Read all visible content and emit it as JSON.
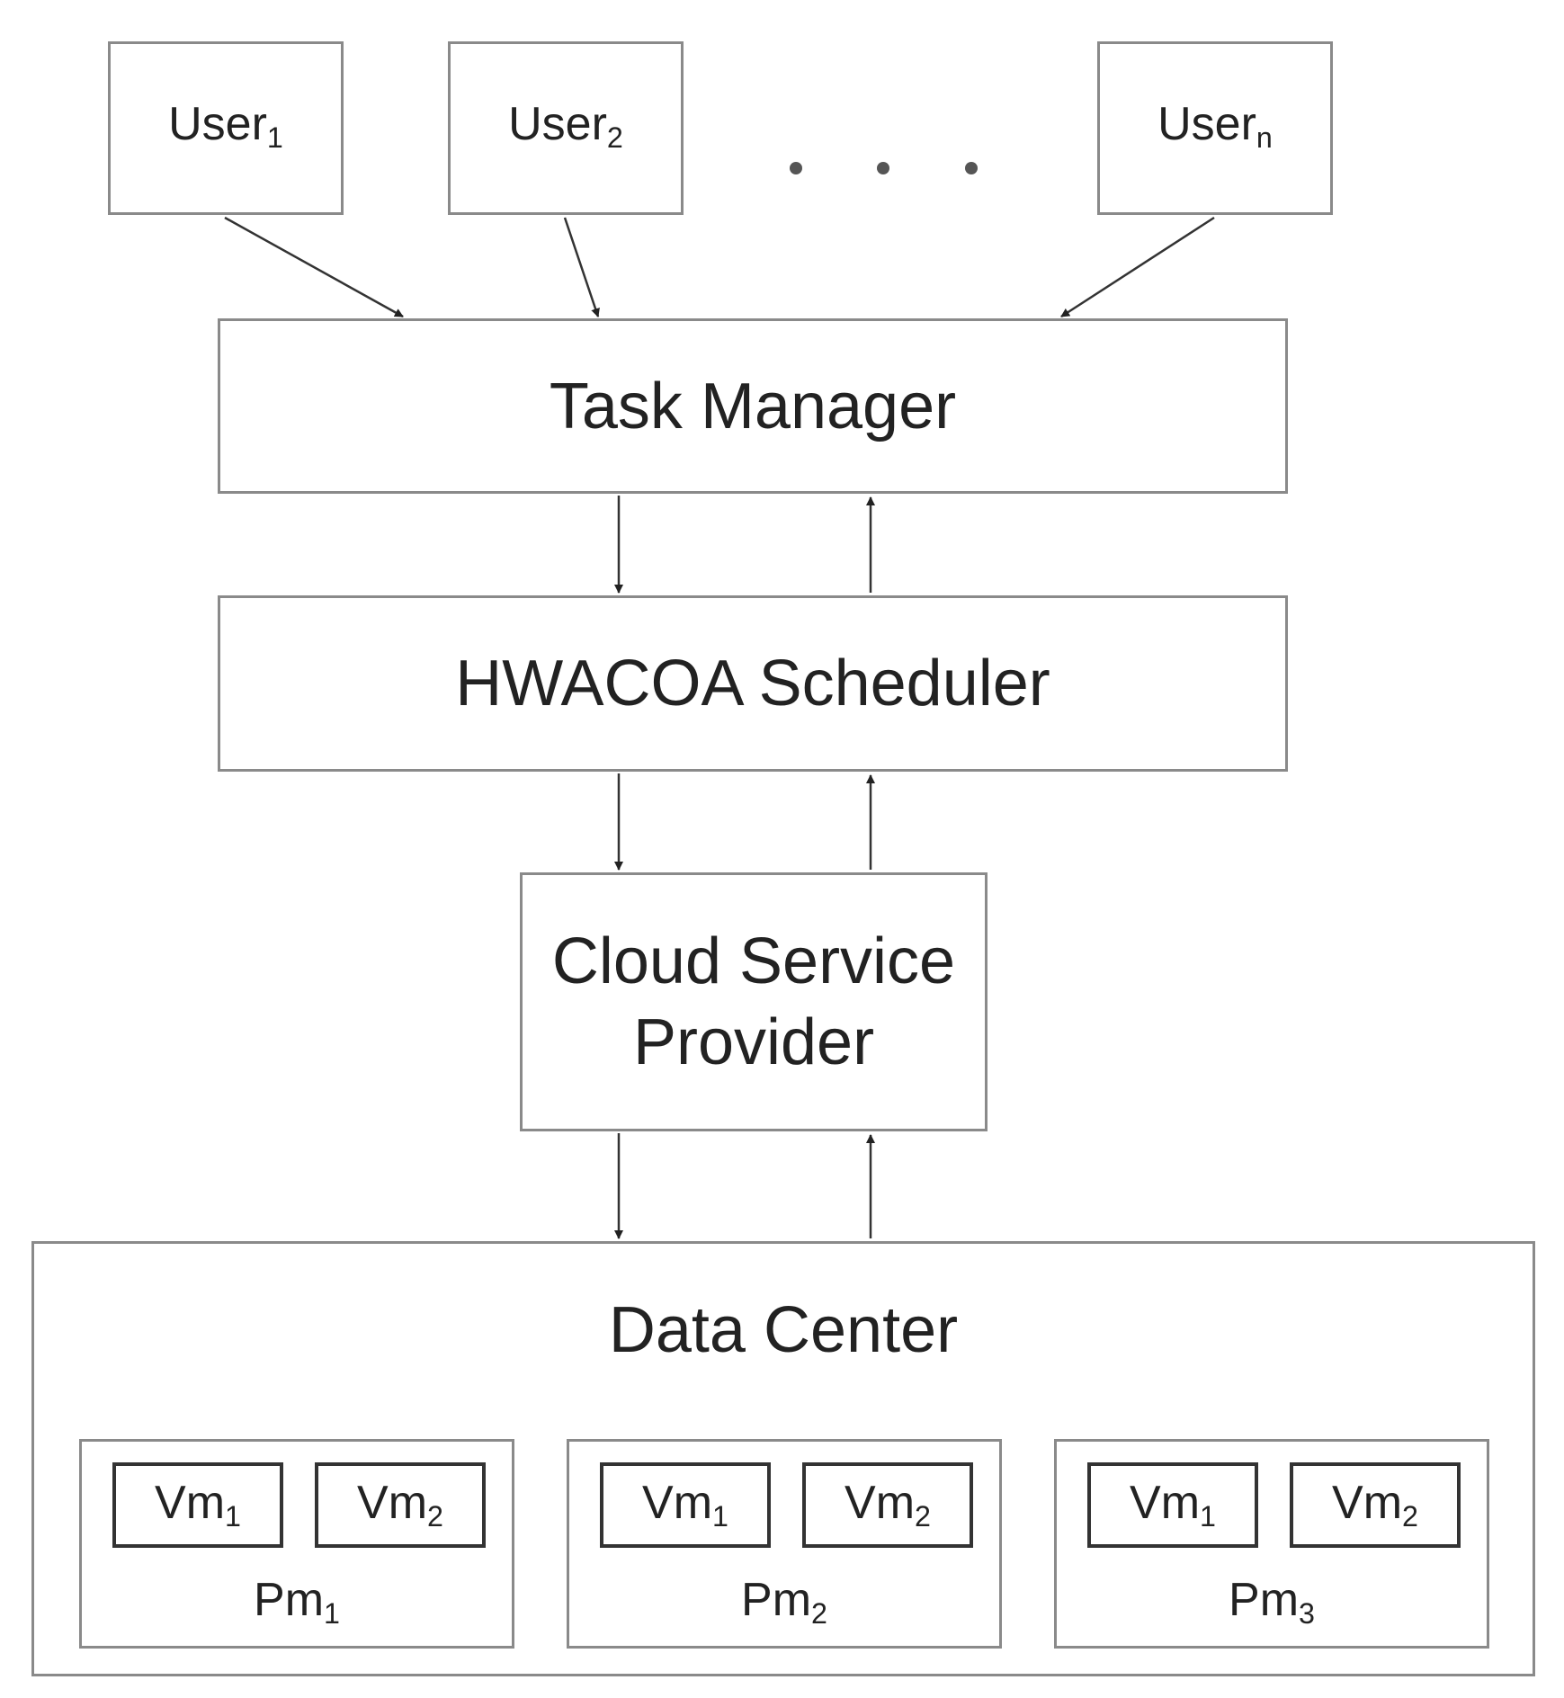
{
  "users": [
    {
      "base": "User",
      "sub": "1"
    },
    {
      "base": "User",
      "sub": "2"
    },
    {
      "base": "User",
      "sub": "n"
    }
  ],
  "ellipsis": "· · ·",
  "task_manager": "Task Manager",
  "scheduler": "HWACOA Scheduler",
  "cloud_provider": {
    "line1": "Cloud Service",
    "line2": "Provider"
  },
  "data_center": {
    "title": "Data Center",
    "pms": [
      {
        "base": "Pm",
        "sub": "1",
        "vms": [
          {
            "base": "Vm",
            "sub": "1"
          },
          {
            "base": "Vm",
            "sub": "2"
          }
        ]
      },
      {
        "base": "Pm",
        "sub": "2",
        "vms": [
          {
            "base": "Vm",
            "sub": "1"
          },
          {
            "base": "Vm",
            "sub": "2"
          }
        ]
      },
      {
        "base": "Pm",
        "sub": "3",
        "vms": [
          {
            "base": "Vm",
            "sub": "1"
          },
          {
            "base": "Vm",
            "sub": "2"
          }
        ]
      }
    ]
  }
}
